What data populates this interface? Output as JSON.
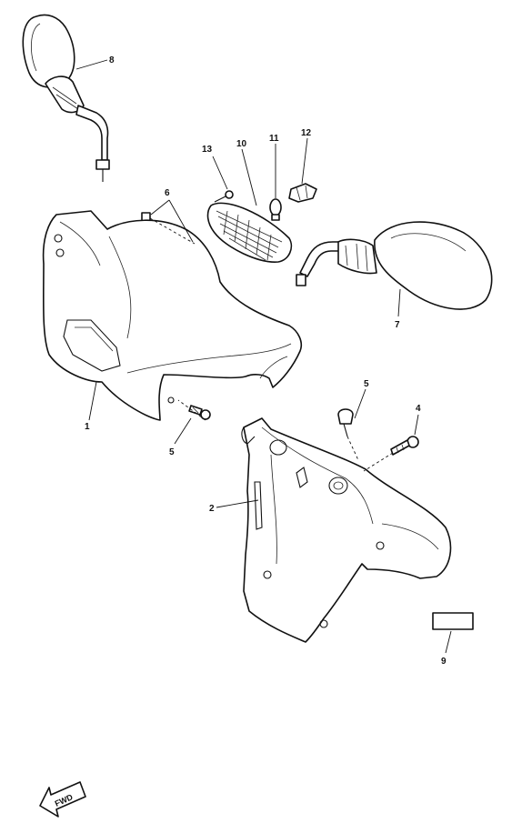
{
  "diagram": {
    "callouts": {
      "c1": "1",
      "c2": "2",
      "c4": "4",
      "c5a": "5",
      "c5b": "5",
      "c6": "6",
      "c7": "7",
      "c8": "8",
      "c9": "9",
      "c10": "10",
      "c11": "11",
      "c12": "12",
      "c13": "13"
    },
    "direction_marker": "FWD"
  }
}
